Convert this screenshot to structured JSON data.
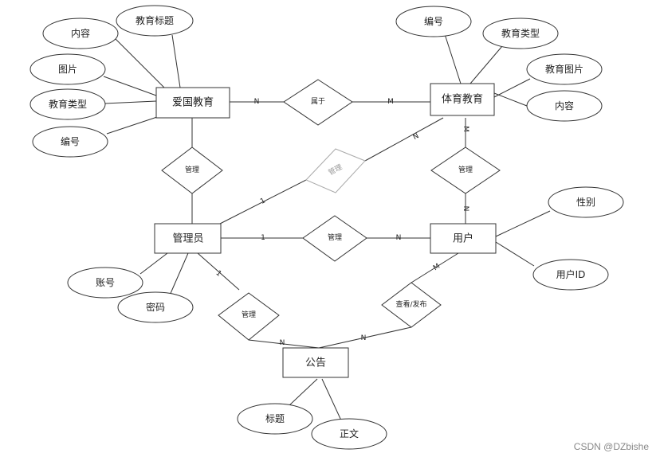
{
  "entities": {
    "patriotic_edu": "爱国教育",
    "pe_edu": "体育教育",
    "admin": "管理员",
    "user": "用户",
    "notice": "公告"
  },
  "attributes": {
    "pat_content": "内容",
    "pat_title": "教育标题",
    "pat_image": "图片",
    "pat_type": "教育类型",
    "pat_id": "编号",
    "pe_id": "编号",
    "pe_type": "教育类型",
    "pe_image": "教育图片",
    "pe_content": "内容",
    "user_gender": "性别",
    "user_id": "用户ID",
    "admin_account": "账号",
    "admin_password": "密码",
    "notice_title": "标题",
    "notice_body": "正文"
  },
  "relationships": {
    "belongs": "属于",
    "manage_pat": "管理",
    "manage_pe": "管理",
    "manage_user": "管理",
    "manage_user_pe": "管理",
    "manage_notice": "管理",
    "view_publish": "查看/发布"
  },
  "cardinalities": {
    "c1": "N",
    "c2": "M",
    "c3": "N",
    "c4": "1",
    "c5": "M",
    "c6": "N",
    "c7": "1",
    "c8": "N",
    "c9": "1",
    "c10": "N",
    "c11": "N",
    "c12": "M"
  },
  "watermark": "CSDN @DZbishe"
}
